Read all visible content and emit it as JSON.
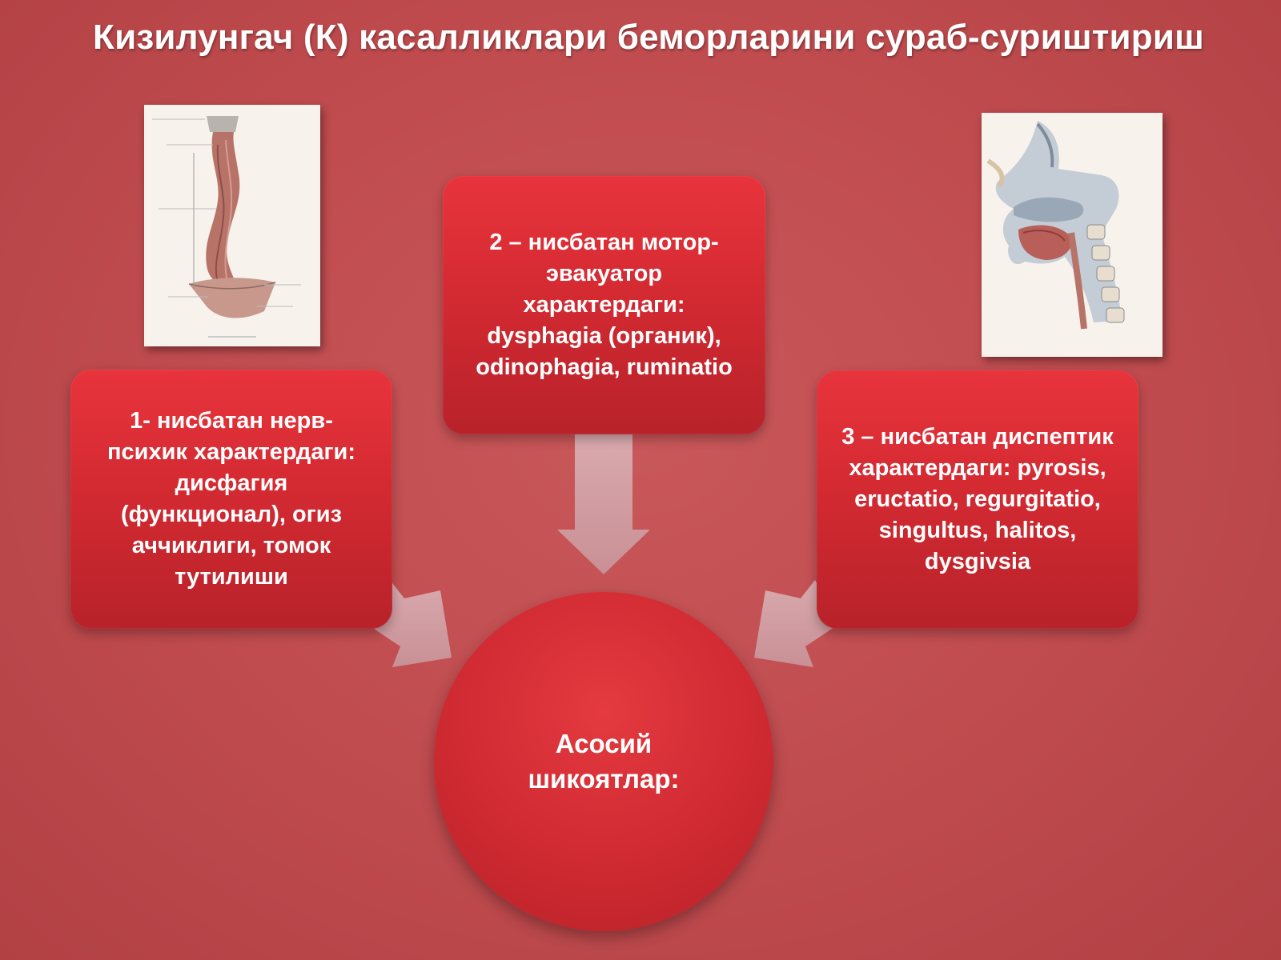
{
  "title": "Кизилунгач (К) касалликлари беморларини сураб-суриштириш",
  "boxes": {
    "left": "1- нисбатан нерв-психик характердаги: дисфагия (функционал), огиз аччиклиги, томок тутилиши",
    "top": "2 – нисбатан мотор-эвакуатор характердаги: dysphagia (органик), odinophagia, ruminatio",
    "right": "3 – нисбатан диспептик характердаги: pyrosis, eructatio, regurgitatio, singultus, halitos, dysgivsia"
  },
  "center": "Асосий шикоятлар:",
  "colors": {
    "background": "#c24d50",
    "box": "#d42a32",
    "arrow": "#dba8ad"
  },
  "illustrations": {
    "left": "esophagus-anatomy-illustration",
    "right": "head-neck-sagittal-section-illustration"
  }
}
